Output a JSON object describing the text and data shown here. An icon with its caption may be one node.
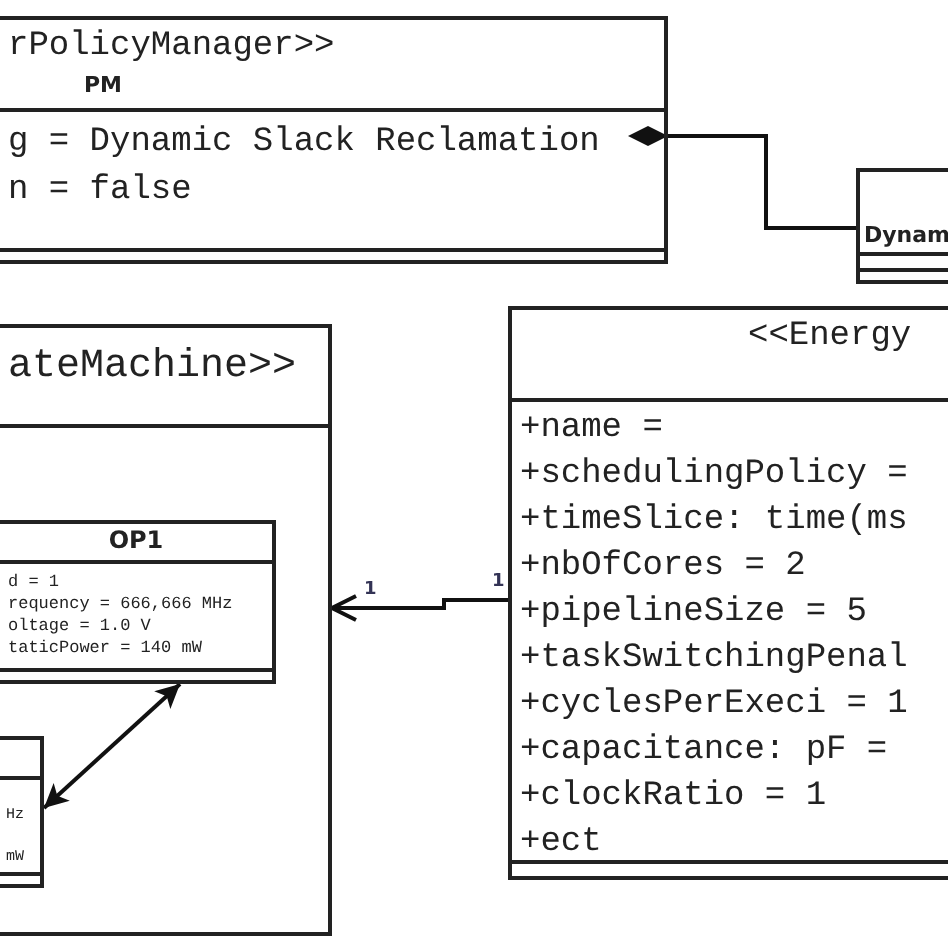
{
  "diagram": {
    "nodes": [
      {
        "text": [
          "rPolicyManager>>",
          "PM",
          "g = Dynamic Slack Reclamation",
          "n = false"
        ]
      },
      {
        "text": [
          "Dynam"
        ]
      },
      {
        "text": [
          "ateMachine>>"
        ]
      },
      {
        "text": [
          "OP1",
          "d = 1",
          "requency = 666,666 MHz",
          "oltage = 1.0 V",
          "taticPower = 140 mW"
        ],
        "in": 2
      },
      {
        "text": [
          "Hz",
          "mW"
        ],
        "in": 2
      },
      {
        "text": [
          "<<Energy",
          "+name =",
          "+schedulingPolicy =",
          "+timeSlice: time(ms",
          "+nbOfCores = 2",
          "+pipelineSize = 5",
          "+taskSwitchingPenal",
          "+cyclesPerExeci = 1",
          "+capacitance: pF =",
          "+clockRatio = 1",
          "+ect"
        ]
      }
    ],
    "edges": [
      {
        "from": 0,
        "to": 1,
        "arrow": "other"
      },
      {
        "from": 5,
        "to": 2,
        "arrow": "to",
        "label": "1"
      },
      {
        "from": 3,
        "to": 4,
        "arrow": "both"
      }
    ],
    "labels": [
      "1"
    ]
  }
}
